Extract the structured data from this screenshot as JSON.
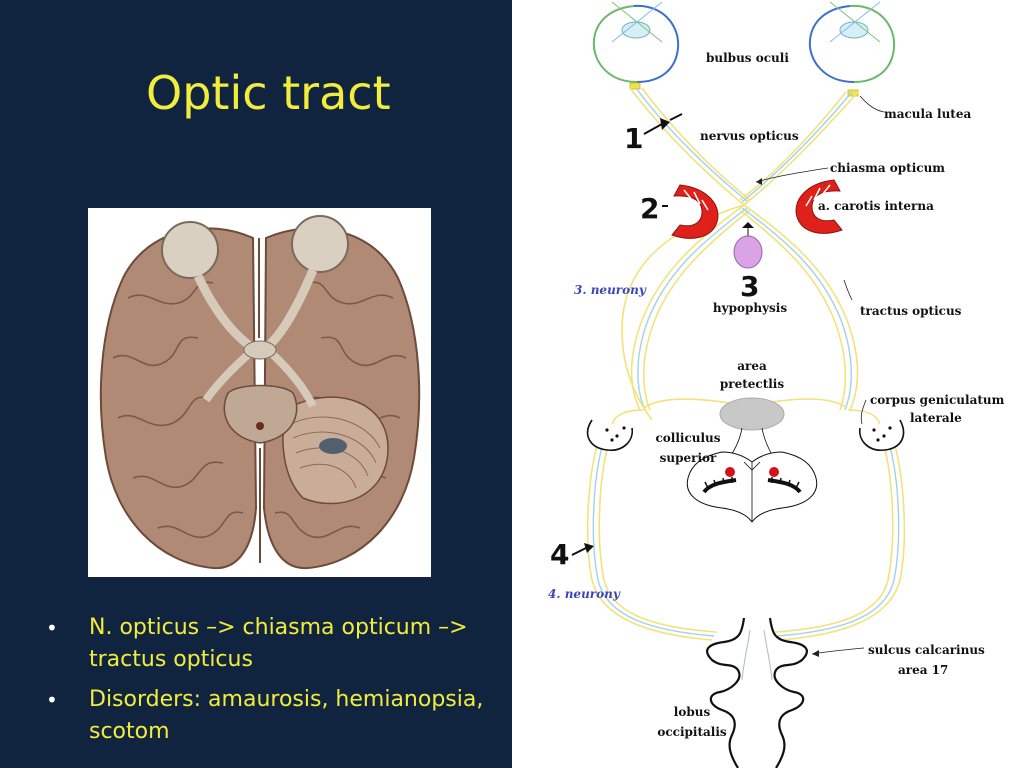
{
  "slide": {
    "title": "Optic tract",
    "bullets": [
      "N. opticus –> chiasma opticum –> tractus opticus",
      "Disorders: amaurosis, hemianopsia, scotom"
    ]
  },
  "diagram": {
    "labels": {
      "bulbus_oculi": "bulbus oculi",
      "macula_lutea": "macula lutea",
      "nervus_opticus": "nervus opticus",
      "chiasma_opticum": "chiasma opticum",
      "carotis_interna": "a. carotis interna",
      "hypophysis": "hypophysis",
      "tractus_opticus": "tractus opticus",
      "neurony_3": "3. neurony",
      "area_pretectlis_1": "area",
      "area_pretectlis_2": "pretectlis",
      "corpus_gen_1": "corpus geniculatum",
      "corpus_gen_2": "laterale",
      "colliculus_1": "colliculus",
      "colliculus_2": "superior",
      "neurony_4": "4. neurony",
      "sulcus_1": "sulcus calcarinus",
      "sulcus_2": "area 17",
      "lobus_1": "lobus",
      "lobus_2": "occipitalis"
    },
    "numbers": [
      "1",
      "2",
      "3",
      "4"
    ]
  },
  "colors": {
    "background": "#102440",
    "title": "#f2ec3c",
    "carotid": "#e0201a",
    "hypophysis": "#d9a3e6"
  }
}
